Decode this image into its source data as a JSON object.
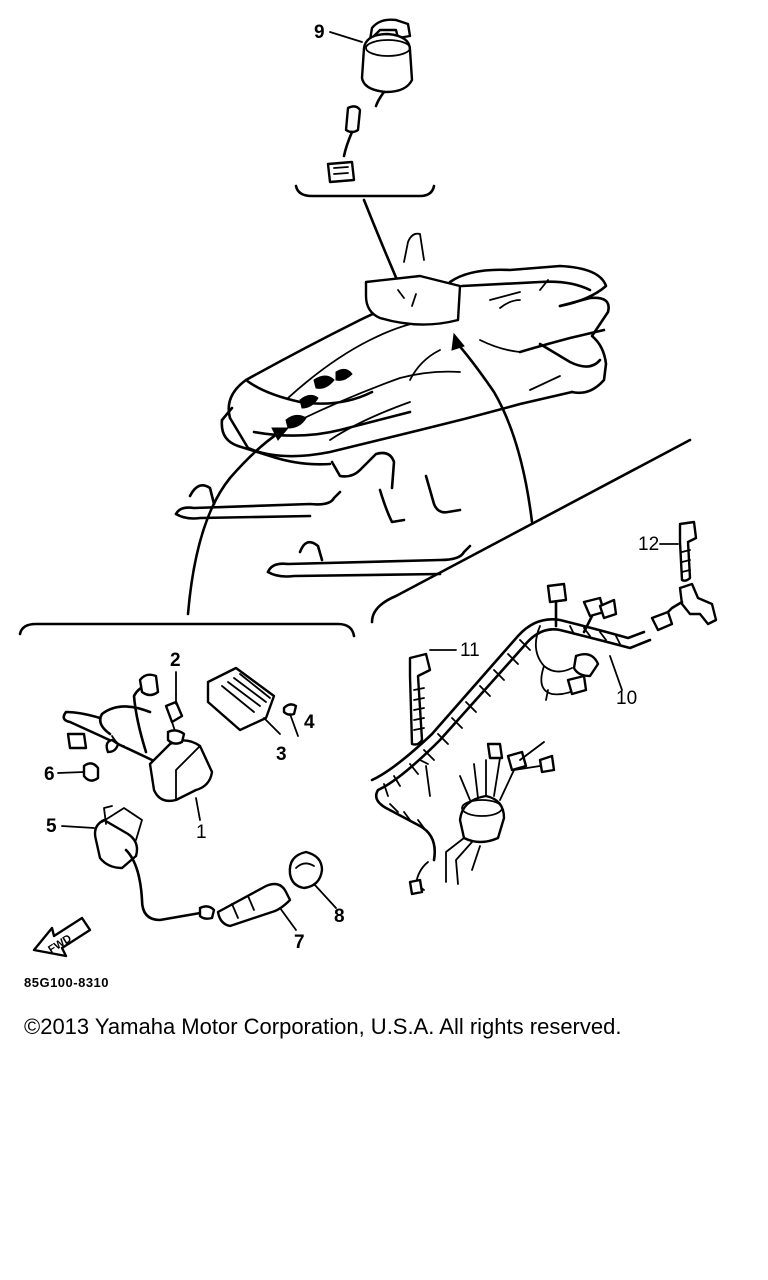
{
  "diagram": {
    "callouts": [
      "1",
      "2",
      "3",
      "4",
      "5",
      "6",
      "7",
      "8",
      "9",
      "10",
      "11",
      "12"
    ],
    "fwd_label": "FWD",
    "diagram_code": "85G100-8310"
  },
  "footer": {
    "copyright": "©2013 Yamaha Motor Corporation, U.S.A. All rights reserved."
  }
}
